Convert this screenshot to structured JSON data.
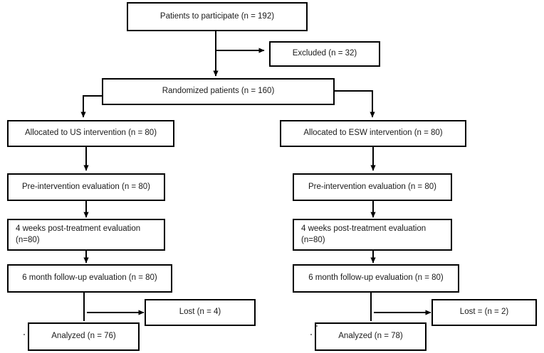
{
  "diagram": {
    "title": "CONSORT patient flow diagram",
    "type": "flowchart",
    "line_color": "#000000",
    "box_border_color": "#000000",
    "background_color": "#ffffff",
    "text_color": "#1a1a1a"
  },
  "nodes": {
    "enrollment": {
      "label": "Patients to participate (n = 192)",
      "count": 192,
      "align": "center"
    },
    "excluded": {
      "label": "Excluded (n = 32)",
      "count": 32,
      "align": "center"
    },
    "randomized": {
      "label": "Randomized patients (n = 160)",
      "count": 160,
      "align": "center"
    },
    "left_allocated": {
      "label": "Allocated to US intervention (n = 80)",
      "count": 80,
      "align": "center"
    },
    "left_pre": {
      "label": "Pre-intervention evaluation (n = 80)",
      "count": 80,
      "align": "center"
    },
    "left_4weeks": {
      "label": "4 weeks post-treatment evaluation\n(n=80)",
      "count": 80,
      "align": "left"
    },
    "left_6month": {
      "label": "6 month follow-up evaluation (n = 80)",
      "count": 80,
      "align": "center"
    },
    "left_lost": {
      "label": "Lost (n = 4)",
      "count": 4,
      "align": "center"
    },
    "left_analyzed": {
      "label": "Analyzed (n = 76)",
      "count": 76,
      "align": "center"
    },
    "right_allocated": {
      "label": "Allocated to ESW intervention (n = 80)",
      "count": 80,
      "align": "center"
    },
    "right_pre": {
      "label": "Pre-intervention evaluation (n = 80)",
      "count": 80,
      "align": "center"
    },
    "right_4weeks": {
      "label": "4 weeks post-treatment evaluation\n(n=80)",
      "count": 80,
      "align": "left"
    },
    "right_6month": {
      "label": "6 month follow-up evaluation (n = 80)",
      "count": 80,
      "align": "center"
    },
    "right_lost": {
      "label": "Lost = (n = 2)",
      "count": 2,
      "align": "center"
    },
    "right_analyzed": {
      "label": "Analyzed (n = 78)",
      "count": 78,
      "align": "center"
    }
  }
}
